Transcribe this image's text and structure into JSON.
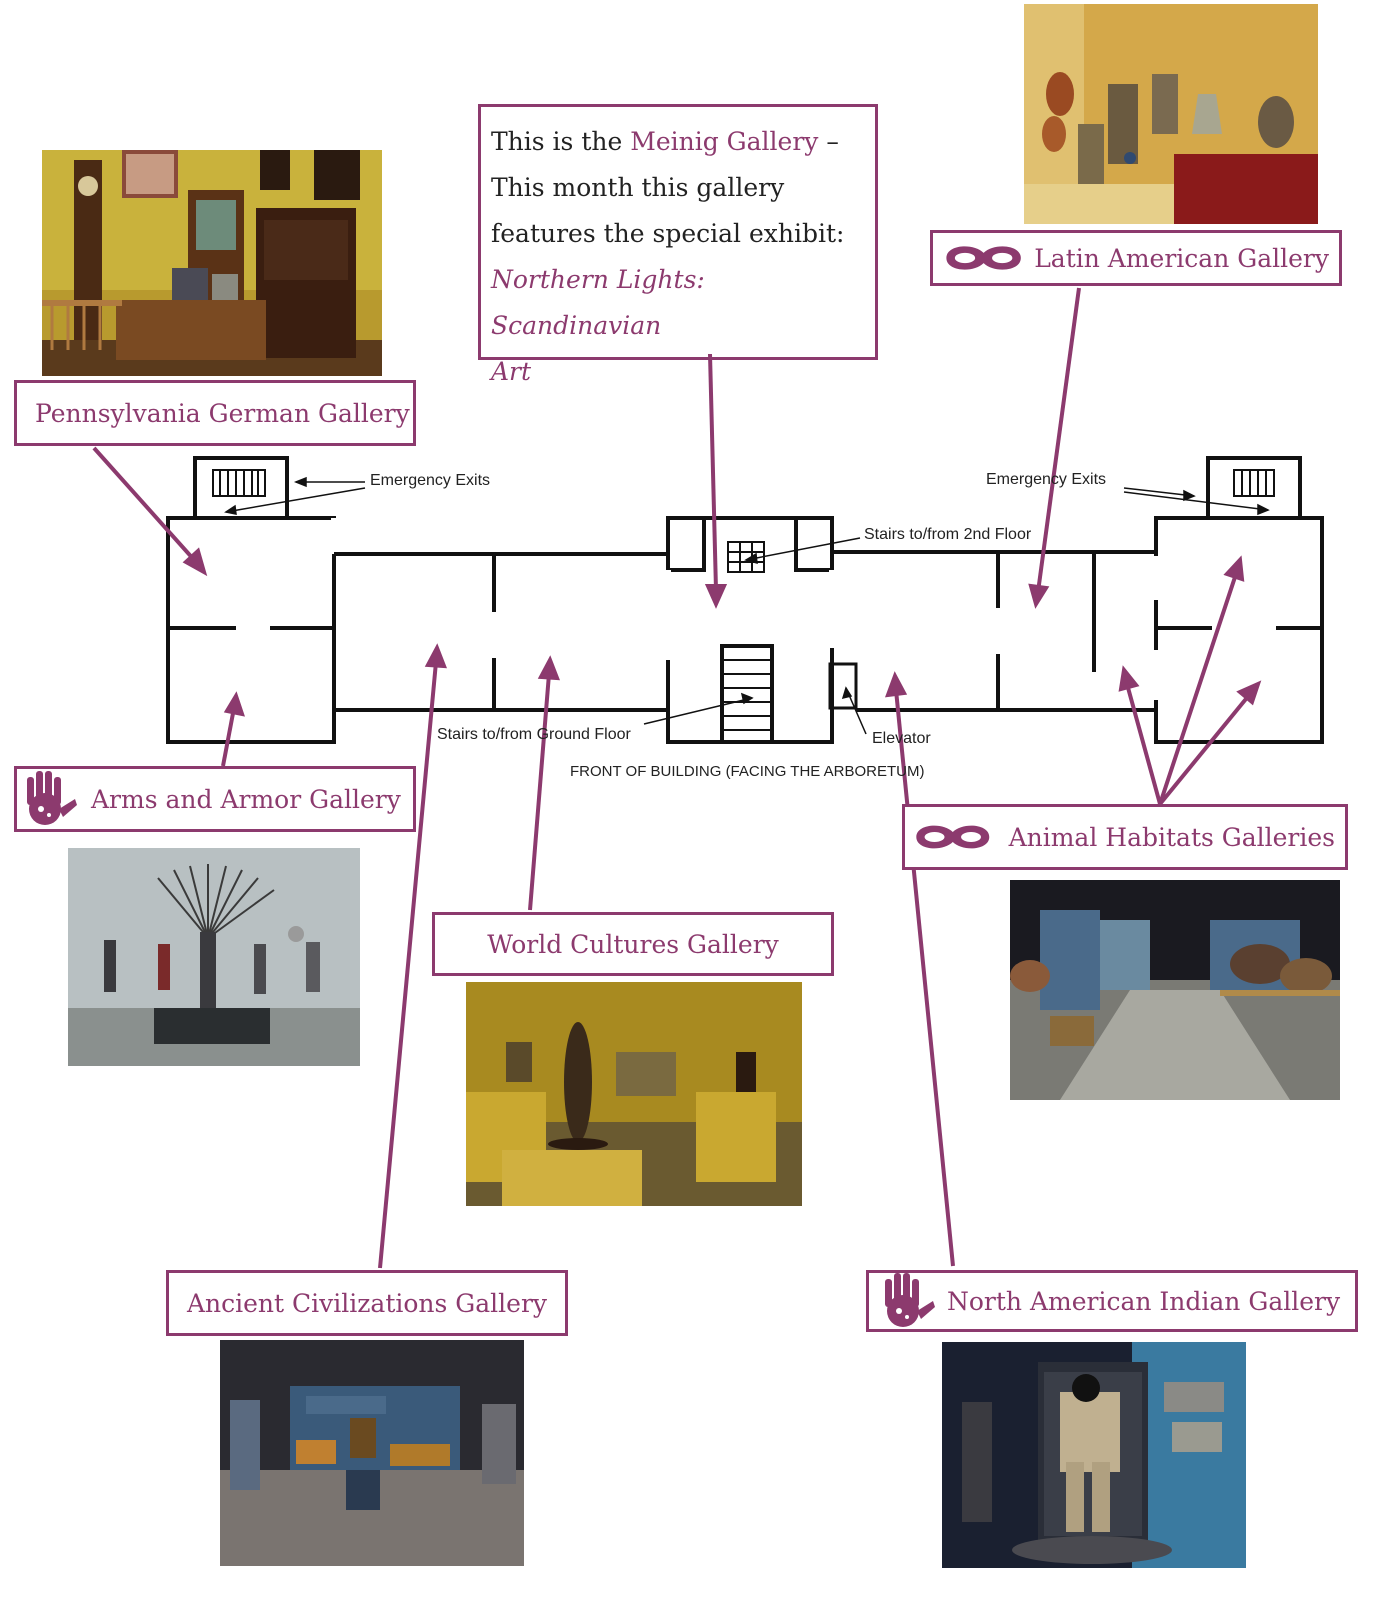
{
  "meinig": {
    "line1_pre": "This is the ",
    "gallery_name": "Meinig Gallery",
    "line1_post": " –",
    "line2": "This month this  gallery",
    "line3": "features the special exhibit:",
    "exhibit_line1": "Northern Lights: Scandinavian",
    "exhibit_line2": "Art"
  },
  "labels": {
    "pennsylvania": "Pennsylvania German Gallery",
    "latin": "Latin American Gallery",
    "arms": "Arms and Armor Gallery",
    "animal": "Animal Habitats Galleries",
    "world": "World Cultures Gallery",
    "ancient": "Ancient Civilizations Gallery",
    "north": "North American Indian Gallery"
  },
  "plan": {
    "emergency_left": "Emergency Exits",
    "emergency_right": "Emergency Exits",
    "stairs_2nd": "Stairs to/from 2nd Floor",
    "stairs_ground": "Stairs to/from Ground Floor",
    "elevator": "Elevator",
    "front": "FRONT OF BUILDING (FACING THE ARBORETUM)"
  },
  "colors": {
    "accent": "#8c3a6e",
    "plan_lines": "#111111"
  },
  "icons": [
    "mask-icon",
    "hand-icon"
  ]
}
